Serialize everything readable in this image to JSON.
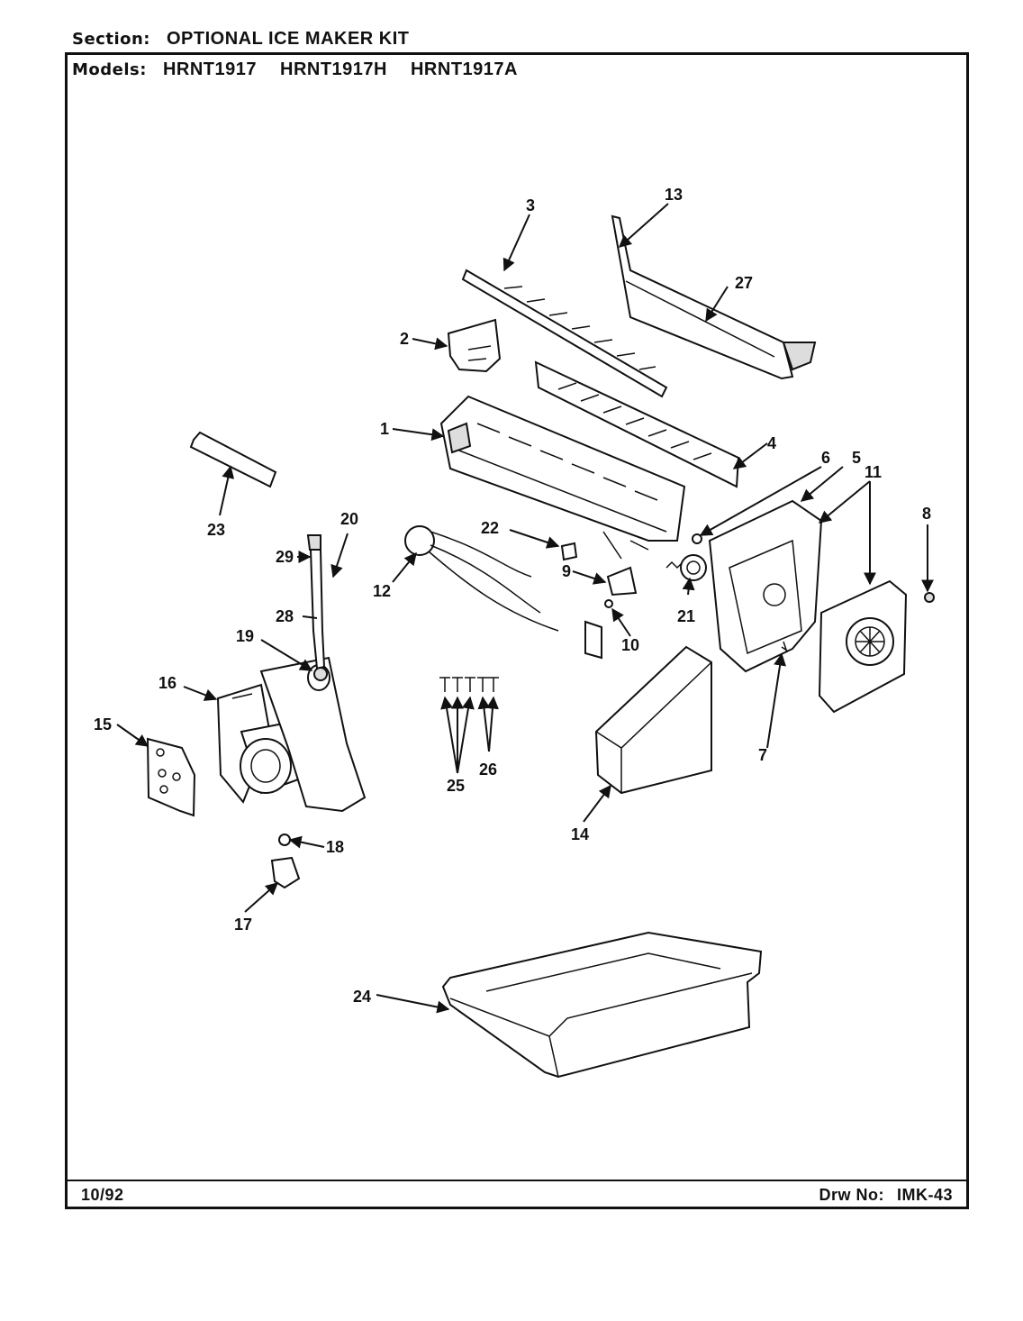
{
  "header": {
    "section_label": "Section:",
    "section_value": "OPTIONAL ICE MAKER KIT",
    "models_label": "Models:",
    "models": [
      "HRNT1917",
      "HRNT1917H",
      "HRNT1917A"
    ]
  },
  "footer": {
    "date": "10/92",
    "drawing_label": "Drw No:",
    "drawing_number": "IMK-43"
  },
  "callouts": [
    "1",
    "2",
    "3",
    "4",
    "5",
    "6",
    "7",
    "8",
    "9",
    "10",
    "11",
    "12",
    "13",
    "14",
    "15",
    "16",
    "17",
    "18",
    "19",
    "20",
    "21",
    "22",
    "23",
    "24",
    "25",
    "26",
    "27",
    "28",
    "29"
  ]
}
